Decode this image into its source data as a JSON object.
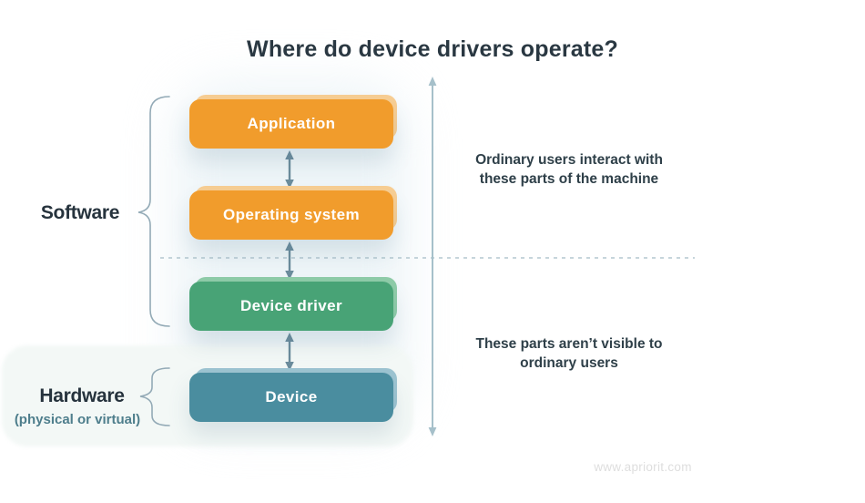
{
  "title": "Where do device drivers operate?",
  "layers": [
    {
      "label": "Application",
      "color": "#F19C2C",
      "color_light": "#F8CE93"
    },
    {
      "label": "Operating system",
      "color": "#F19C2C",
      "color_light": "#F8CE93"
    },
    {
      "label": "Device driver",
      "color": "#48A376",
      "color_light": "#8FCCA8"
    },
    {
      "label": "Device",
      "color": "#4A8D9F",
      "color_light": "#9DC4D1"
    }
  ],
  "groups": {
    "software": {
      "label": "Software"
    },
    "hardware": {
      "label": "Hardware",
      "note": "(physical or virtual)"
    }
  },
  "annotations": {
    "top": {
      "line1": "Ordinary users interact with",
      "line2": "these parts of the machine"
    },
    "bottom": {
      "line1": "These parts aren’t visible to",
      "line2": "ordinary users"
    }
  },
  "watermark": "www.apriorit.com",
  "colors": {
    "title_text": "#2A3842",
    "annotation_text": "#2F4049",
    "group_label_text": "#26333D",
    "hardware_note_text": "#4E7E8C",
    "box_text": "#FFFFFF",
    "long_arrow": "#A6C0CA",
    "small_arrow": "#6B8C9C",
    "brace": "#93AAB6",
    "dashed_line": "#B3C7CF",
    "software_glow": "#E9F2F6",
    "hardware_panel": "#F3F8F6",
    "watermark_text": "#DEDEDE"
  }
}
